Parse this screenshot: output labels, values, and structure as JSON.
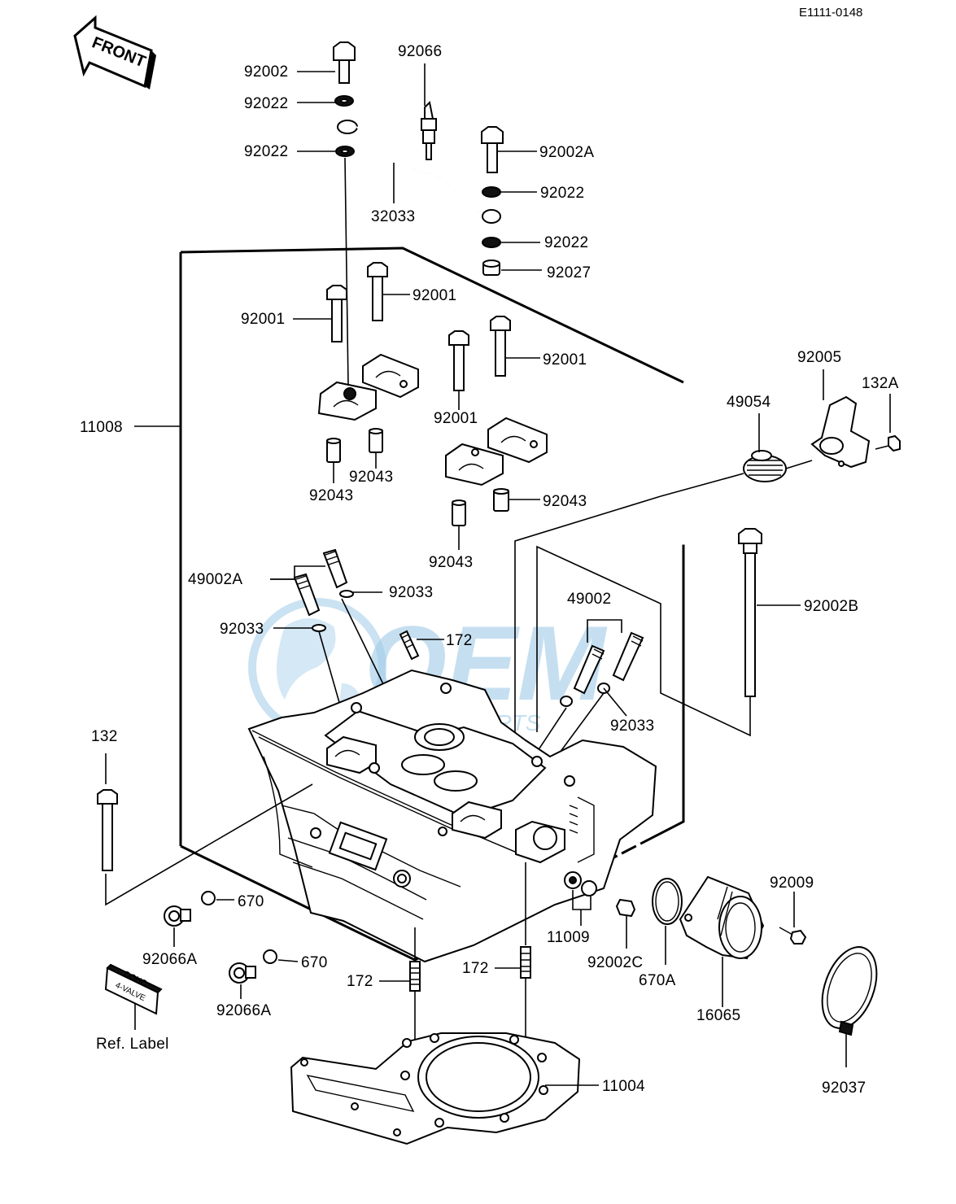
{
  "diagram_code": "E1111-0148",
  "front_arrow_text": "FRONT",
  "watermark": {
    "brand": "OEM",
    "sub": "MOTORPARTS"
  },
  "ref_label": {
    "caption": "Ref. Label",
    "plate_line1": "DOHC",
    "plate_line2": "4-VALVE"
  },
  "labels": {
    "p92002": "92002",
    "p92022a": "92022",
    "p92022b": "92022",
    "p92066": "92066",
    "p92002A": "92002A",
    "p92022c": "92022",
    "p32033": "32033",
    "p92022d": "92022",
    "p92027": "92027",
    "p92001a": "92001",
    "p92001b": "92001",
    "p92001c": "92001",
    "p92001d": "92001",
    "p92005": "92005",
    "p132A": "132A",
    "p49054": "49054",
    "p11008": "11008",
    "p92043a": "92043",
    "p92043b": "92043",
    "p92043c": "92043",
    "p92043d": "92043",
    "p49002A": "49002A",
    "p92033a": "92033",
    "p92033b": "92033",
    "p172a": "172",
    "p49002": "49002",
    "p92002B": "92002B",
    "p92033c": "92033",
    "p132": "132",
    "p670a": "670",
    "p92066Aa": "92066A",
    "p670b": "670",
    "p92066Ab": "92066A",
    "p172b": "172",
    "p172c": "172",
    "p11009": "11009",
    "p92002C": "92002C",
    "p670A": "670A",
    "p16065": "16065",
    "p92009": "92009",
    "p92037": "92037",
    "p11004": "11004"
  }
}
